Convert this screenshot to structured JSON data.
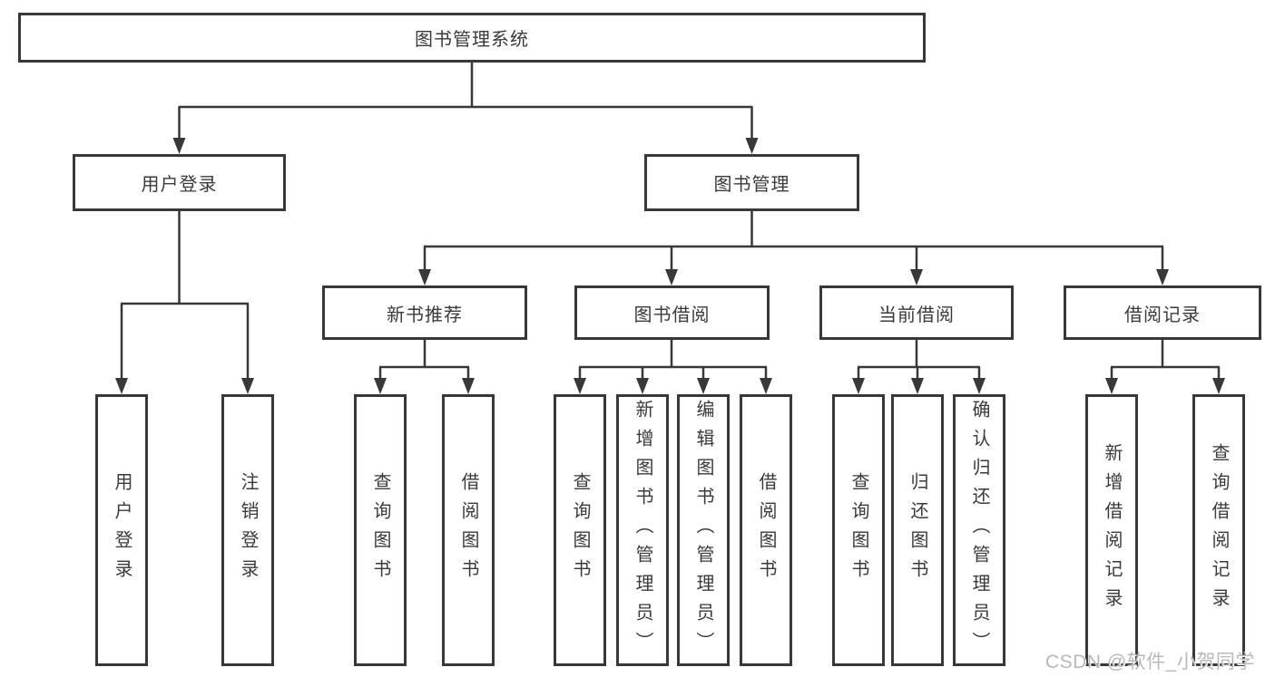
{
  "diagram_type": "hierarchy-tree",
  "colors": {
    "line": "#383838",
    "box_border": "#383838",
    "text": "#3a3a3a",
    "background": "#ffffff",
    "watermark_text": "#b8b8b8"
  },
  "watermark": "CSDN @软件_小贺同学",
  "tree": {
    "label": "图书管理系统",
    "children": [
      {
        "label": "用户登录",
        "children": [
          {
            "label": "用户登录"
          },
          {
            "label": "注销登录"
          }
        ]
      },
      {
        "label": "图书管理",
        "children": [
          {
            "label": "新书推荐",
            "children": [
              {
                "label": "查询图书"
              },
              {
                "label": "借阅图书"
              }
            ]
          },
          {
            "label": "图书借阅",
            "children": [
              {
                "label": "查询图书"
              },
              {
                "label": "新增图书（管理员）"
              },
              {
                "label": "编辑图书（管理员）"
              },
              {
                "label": "借阅图书"
              }
            ]
          },
          {
            "label": "当前借阅",
            "children": [
              {
                "label": "查询图书"
              },
              {
                "label": "归还图书"
              },
              {
                "label": "确认归还（管理员）"
              }
            ]
          },
          {
            "label": "借阅记录",
            "children": [
              {
                "label": "新增借阅记录"
              },
              {
                "label": "查询借阅记录"
              }
            ]
          }
        ]
      }
    ]
  }
}
